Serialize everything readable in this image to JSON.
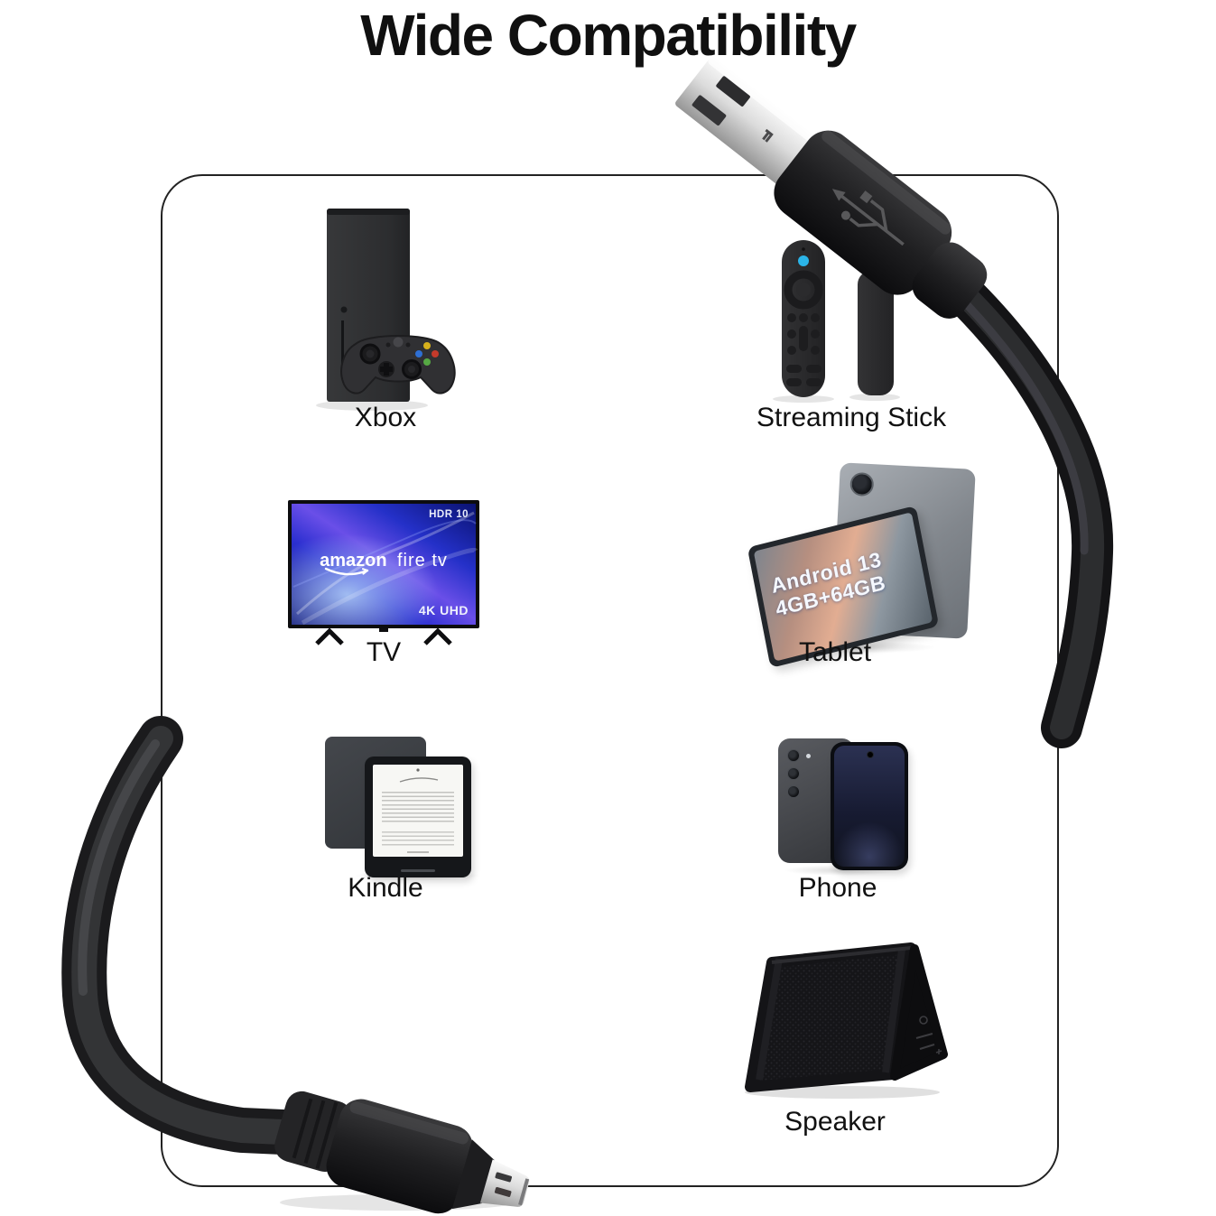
{
  "title": "Wide Compatibility",
  "devices": [
    {
      "id": "xbox",
      "label": "Xbox"
    },
    {
      "id": "streaming-stick",
      "label": "Streaming Stick"
    },
    {
      "id": "tv",
      "label": "TV"
    },
    {
      "id": "tablet",
      "label": "Tablet"
    },
    {
      "id": "kindle",
      "label": "Kindle"
    },
    {
      "id": "phone",
      "label": "Phone"
    },
    {
      "id": "speaker",
      "label": "Speaker"
    }
  ],
  "tv_screen": {
    "badge_top_right": "HDR 10",
    "logo_brand": "amazon",
    "logo_product": "fire tv",
    "badge_bottom_right": "4K UHD"
  },
  "tablet_screen": {
    "line1": "Android 13",
    "line2": "4GB+64GB"
  },
  "cable": {
    "type": "USB-A to Micro-USB cable",
    "top_connector": "USB-A plug",
    "bottom_connector": "Micro-USB plug"
  },
  "icons": {
    "usb_logo": "usb-trident-icon",
    "alexa_button": "alexa-button-icon"
  },
  "colors": {
    "background": "#ffffff",
    "card_border": "#222222",
    "title_text": "#101010",
    "label_text": "#111111",
    "cable_black": "#161616",
    "metal_silver": "#c9c9c9",
    "alexa_blue": "#2bb4e8",
    "tv_screen_blue": "#2b2fd0",
    "xbox_green": "#56a944"
  }
}
